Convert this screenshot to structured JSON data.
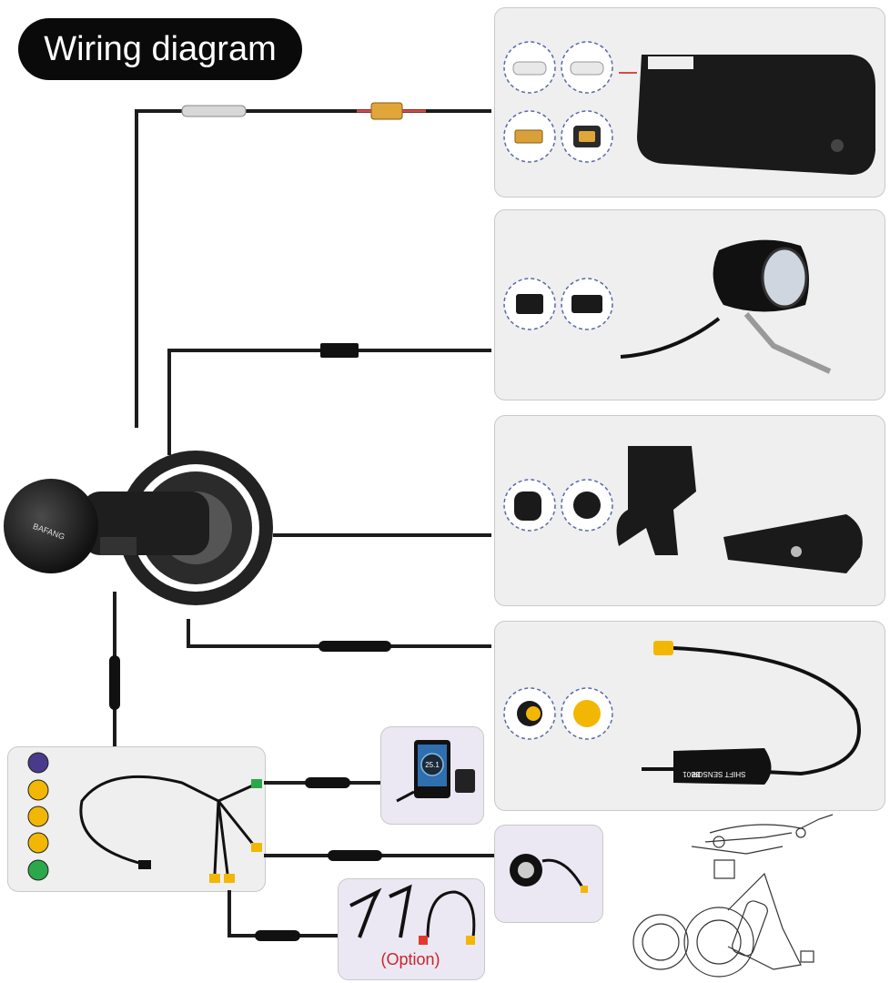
{
  "title": "Wiring diagram",
  "motor_brand": "BAFANG",
  "shift_sensor_text": "SHIFT SENSOR",
  "shift_sensor_code": "BB01",
  "display_reading": "25.1",
  "option_label": "(Option)",
  "colors": {
    "panel_bg": "#efefef",
    "panel_border": "#c9c9c9",
    "wire": "#1c1c1c",
    "connector_yellow": "#f2b705",
    "connector_green": "#2aa84a",
    "connector_purple": "#4a3a8c",
    "connector_red": "#e03a2f",
    "option_text": "#c8262b",
    "dashed_circle": "#5a6aa8"
  },
  "components": [
    {
      "name": "battery",
      "icon": "battery-icon"
    },
    {
      "name": "headlight",
      "icon": "headlight-icon"
    },
    {
      "name": "speed-sensor",
      "icon": "speed-sensor-icon"
    },
    {
      "name": "shift-sensor",
      "icon": "shift-sensor-icon"
    },
    {
      "name": "display",
      "icon": "display-icon"
    },
    {
      "name": "thumb-throttle",
      "icon": "thumb-throttle-icon"
    },
    {
      "name": "brake-levers",
      "icon": "brake-lever-icon"
    },
    {
      "name": "wiring-harness",
      "icon": "harness-icon"
    },
    {
      "name": "mid-drive-motor",
      "icon": "motor-icon"
    },
    {
      "name": "bike-schematic",
      "icon": "bike-outline-icon"
    }
  ]
}
